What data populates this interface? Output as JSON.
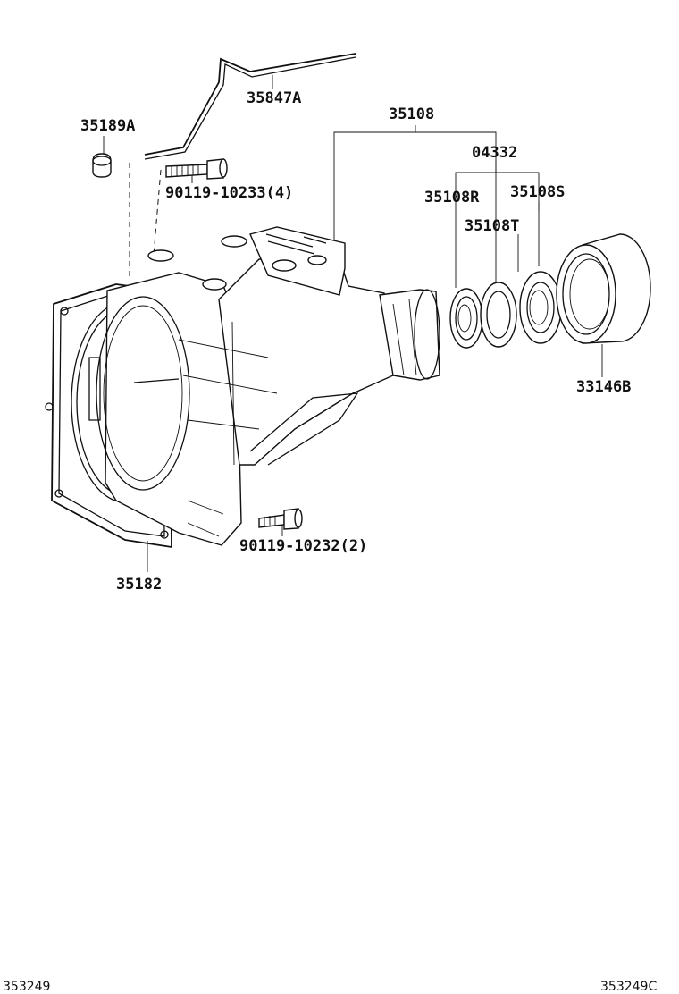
{
  "parts": {
    "p35847A": "35847A",
    "p35189A": "35189A",
    "p35108": "35108",
    "p04332": "04332",
    "p90119_10233": "90119-10233(4)",
    "p35108R": "35108R",
    "p35108S": "35108S",
    "p35108T": "35108T",
    "p33146B": "33146B",
    "p90119_10232": "90119-10232(2)",
    "p35182": "35182"
  },
  "footer": {
    "left_code": "353249",
    "right_code": "353249C"
  }
}
